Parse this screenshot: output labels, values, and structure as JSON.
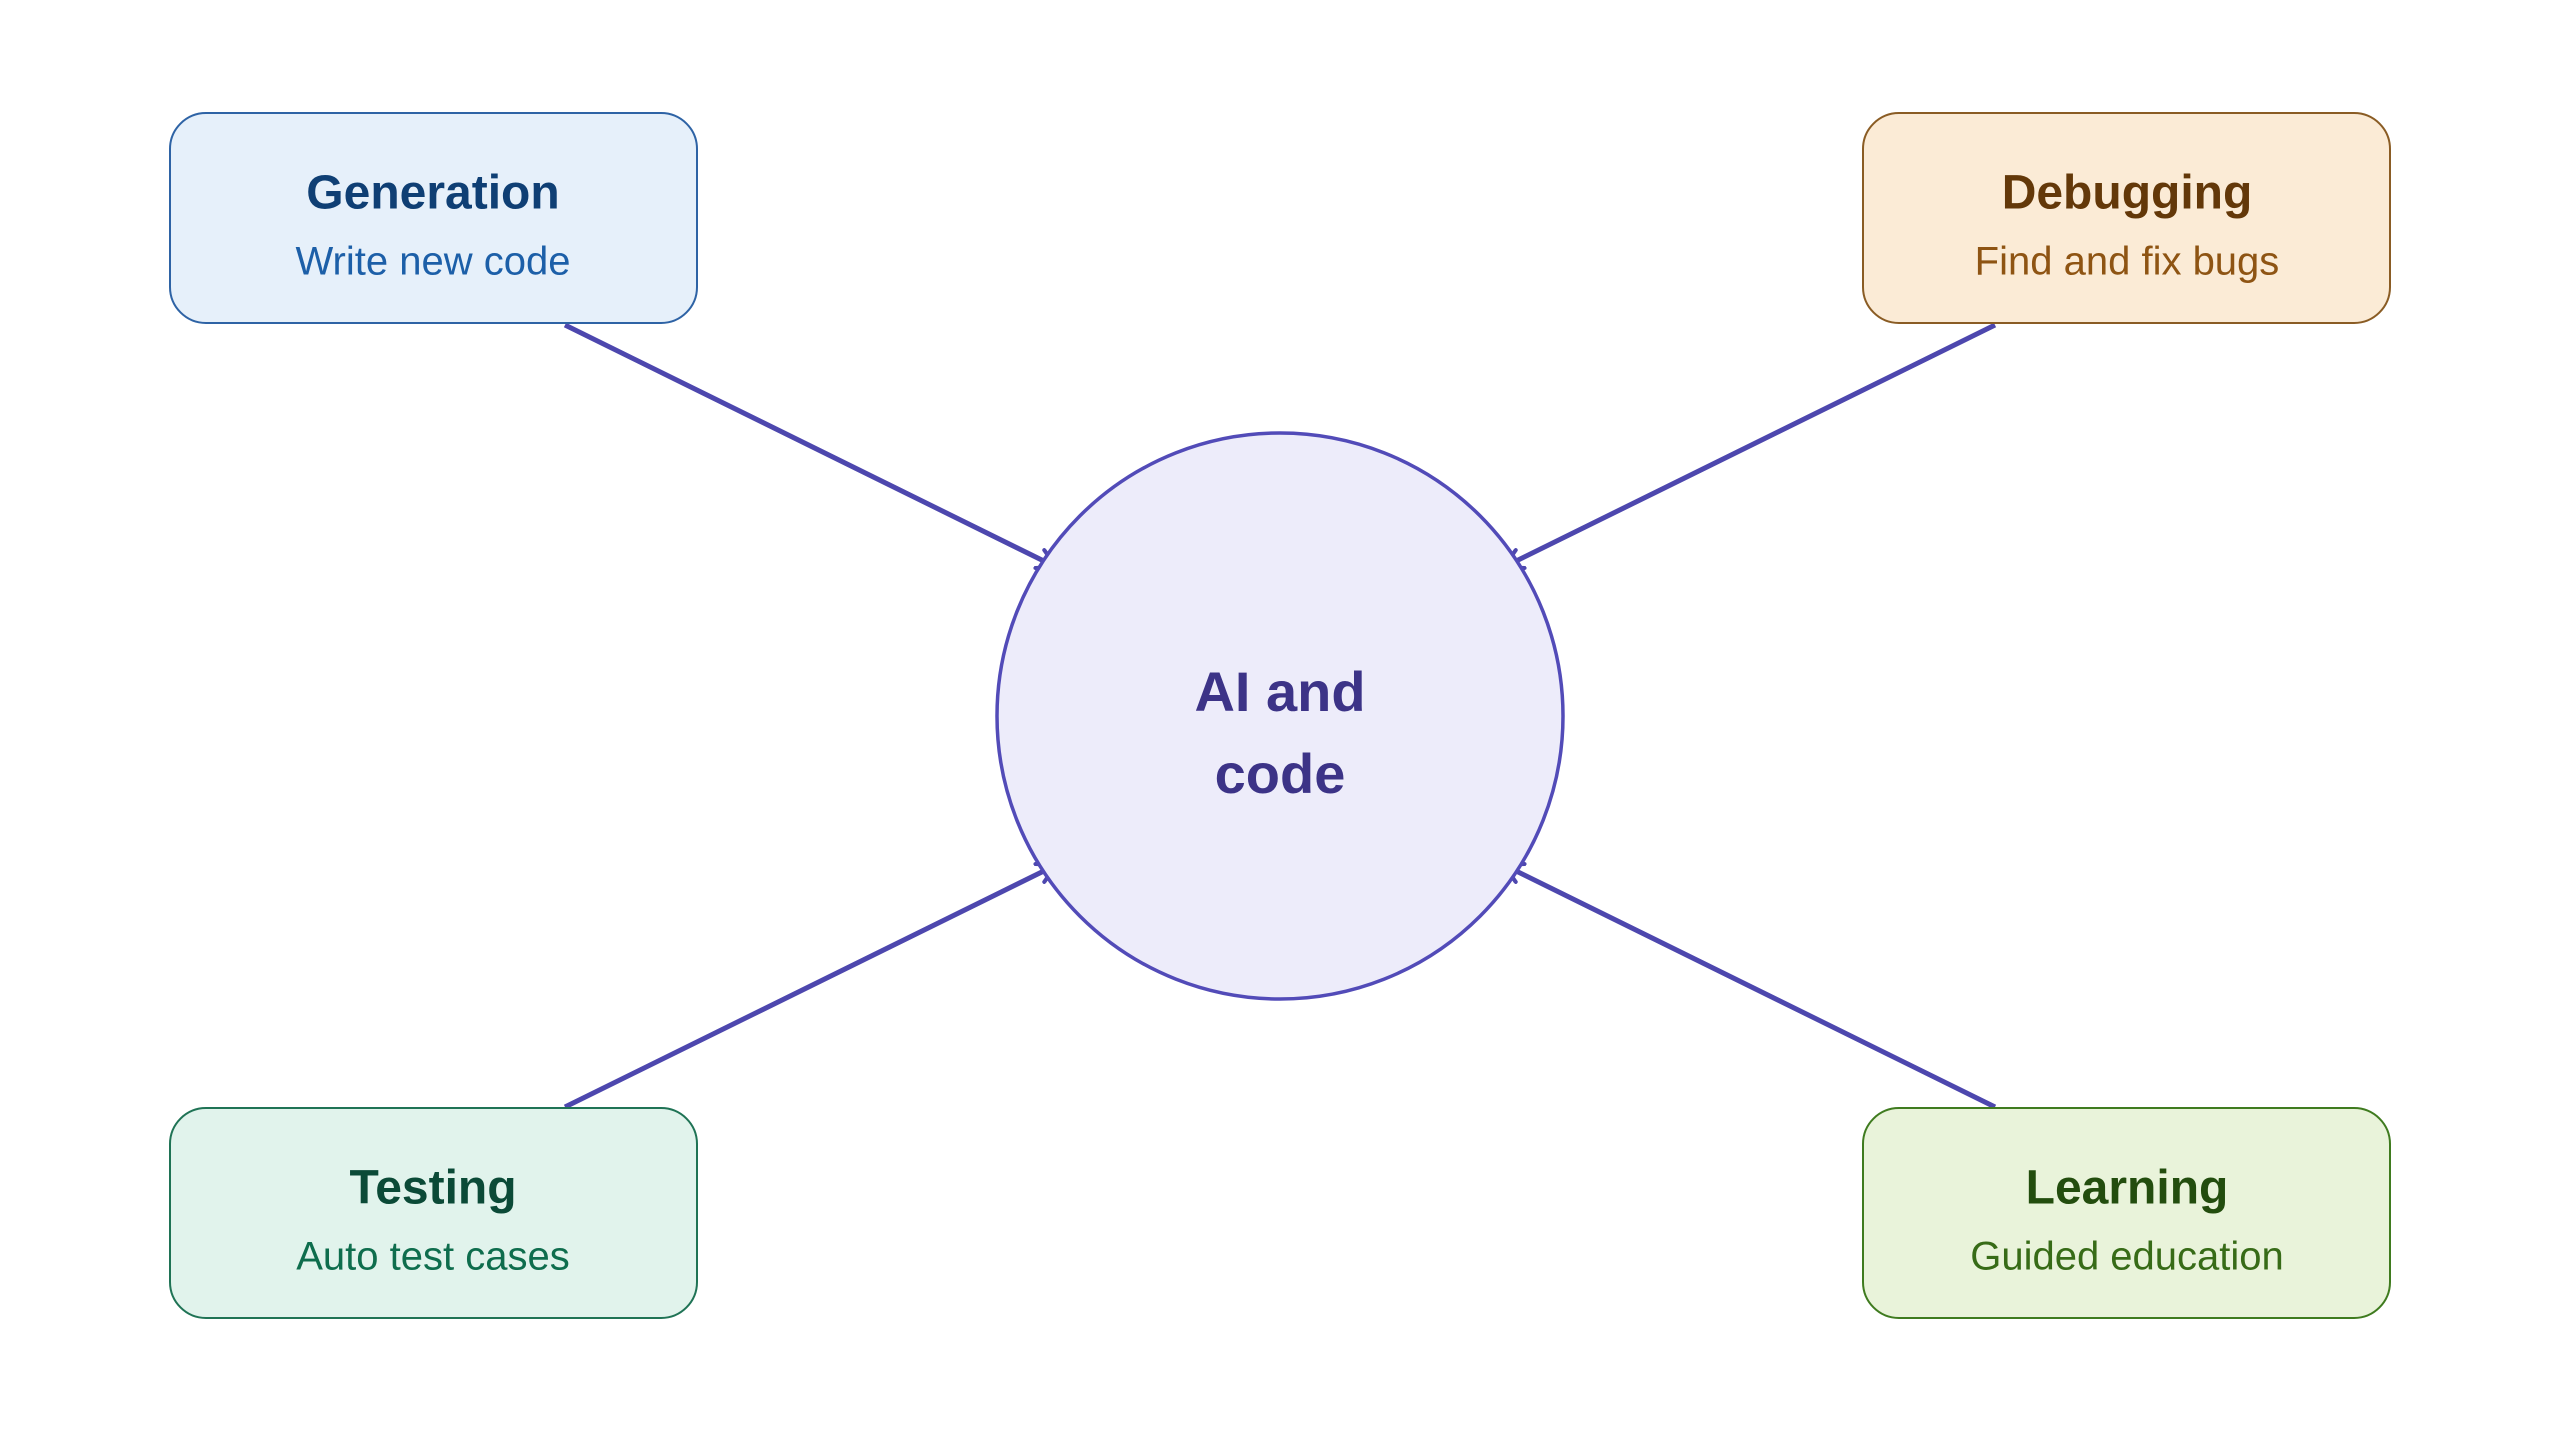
{
  "center": {
    "line1": "AI and",
    "line2": "code"
  },
  "nodes": [
    {
      "id": "generation",
      "title": "Generation",
      "subtitle": "Write new code"
    },
    {
      "id": "debugging",
      "title": "Debugging",
      "subtitle": "Find and fix bugs"
    },
    {
      "id": "testing",
      "title": "Testing",
      "subtitle": "Auto test cases"
    },
    {
      "id": "learning",
      "title": "Learning",
      "subtitle": "Guided education"
    }
  ],
  "edges": [
    {
      "from": "generation",
      "to": "center"
    },
    {
      "from": "debugging",
      "to": "center"
    },
    {
      "from": "testing",
      "to": "center"
    },
    {
      "from": "learning",
      "to": "center"
    }
  ],
  "colors": {
    "arrow": "#4d47ae",
    "center_fill": "#edecfa",
    "center_stroke": "#524bb8",
    "center_text": "#3c3387",
    "generation": {
      "fill": "#e6f0fa",
      "stroke": "#2e63a5",
      "title": "#0f3f74",
      "subtitle": "#1c5fa8"
    },
    "debugging": {
      "fill": "#fbebd6",
      "stroke": "#8a5c24",
      "title": "#633809",
      "subtitle": "#8e5413"
    },
    "testing": {
      "fill": "#e1f3ec",
      "stroke": "#1f7355",
      "title": "#0b4a37",
      "subtitle": "#0e6d4d"
    },
    "learning": {
      "fill": "#e9f3da",
      "stroke": "#3f7b1f",
      "title": "#234d0e",
      "subtitle": "#376b17"
    }
  }
}
